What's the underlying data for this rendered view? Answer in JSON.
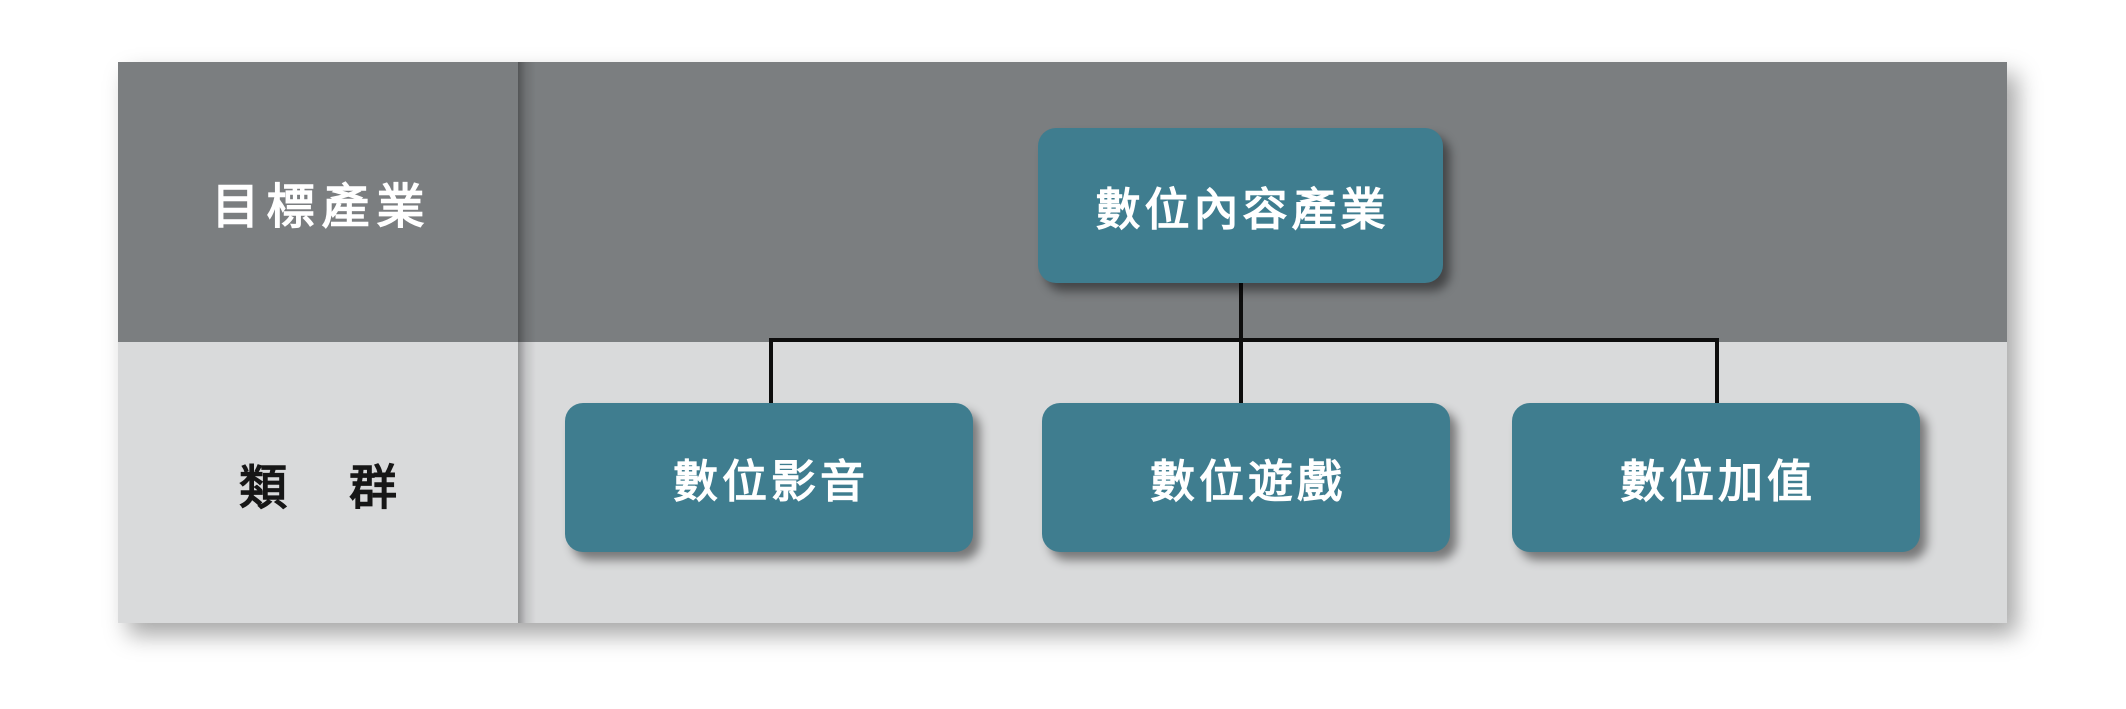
{
  "rows": [
    {
      "label": "目標產業"
    },
    {
      "label": "類　群"
    }
  ],
  "tree": {
    "root": {
      "label": "數位內容產業"
    },
    "children": [
      {
        "label": "數位影音"
      },
      {
        "label": "數位遊戲"
      },
      {
        "label": "數位加值"
      }
    ]
  },
  "colors": {
    "page_bg": "#ffffff",
    "band_dark": "#7b7e80",
    "band_light": "#d9dadb",
    "node_fill": "#3f7d8f",
    "node_text": "#ffffff",
    "row_dark_text": "#ffffff",
    "row_light_text": "#161616",
    "connector": "#0d0d0d"
  }
}
